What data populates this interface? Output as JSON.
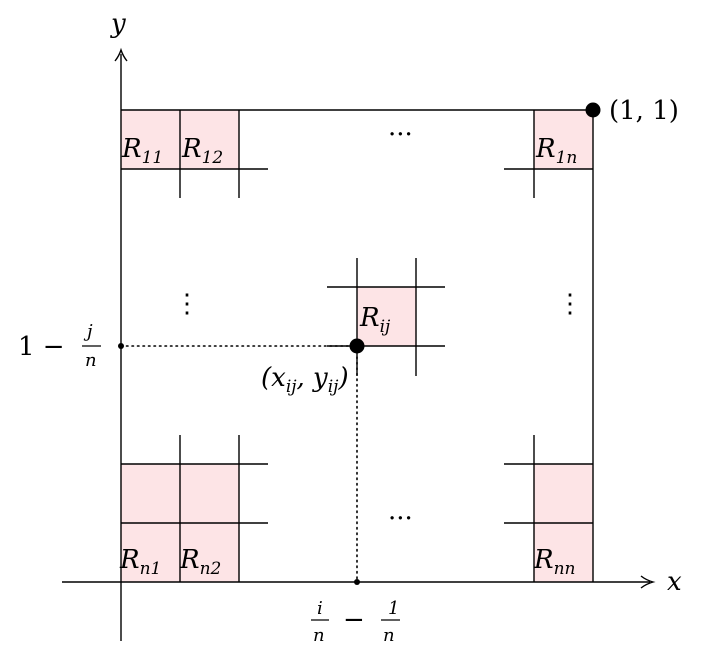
{
  "axes": {
    "x_label": "x",
    "y_label": "y"
  },
  "corner_point_label": "(1, 1)",
  "cells": {
    "r11": {
      "main": "R",
      "sub": "11"
    },
    "r12": {
      "main": "R",
      "sub": "12"
    },
    "r1n": {
      "main": "R",
      "sub": "1n"
    },
    "rn1": {
      "main": "R",
      "sub": "n1"
    },
    "rn2": {
      "main": "R",
      "sub": "n2"
    },
    "rnn": {
      "main": "R",
      "sub": "nn"
    },
    "rij": {
      "main": "R",
      "sub": "ij"
    }
  },
  "sample_point_label": {
    "open": "(x",
    "sub1": "ij",
    "mid": ", y",
    "sub2": "ij",
    "close": ")"
  },
  "y_tick_label": {
    "prefix": "1 − ",
    "num": "j",
    "den": "n"
  },
  "x_tick_label": {
    "num1": "i",
    "den1": "n",
    "minus": "−",
    "num2": "1",
    "den2": "n"
  },
  "ellipsis": {
    "horizontal": "···",
    "vertical": "⋮"
  },
  "colors": {
    "cell_fill": "#fde4e6",
    "line": "#000000"
  }
}
